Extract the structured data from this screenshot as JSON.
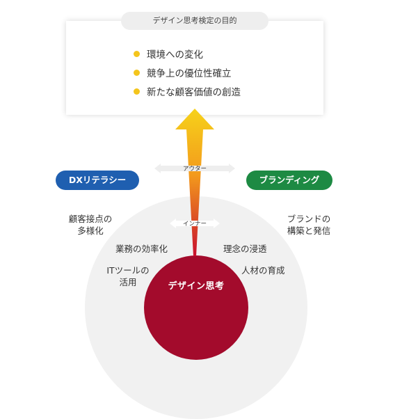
{
  "purpose": {
    "title": "デザイン思考検定の目的",
    "items": [
      "環境への変化",
      "競争上の優位性確立",
      "新たな顧客価値の創造"
    ]
  },
  "outer_label": "アウター",
  "inner_label": "インナー",
  "dx": {
    "label": "DXリテラシー",
    "items": [
      [
        "顧客接点の",
        "多様化"
      ],
      [
        "業務の効率化"
      ],
      [
        "ITツールの",
        "活用"
      ]
    ]
  },
  "branding": {
    "label": "ブランディング",
    "items": [
      [
        "ブランドの",
        "構築と発信"
      ],
      [
        "理念の浸透"
      ],
      [
        "人材の育成"
      ]
    ]
  },
  "core_label": "デザイン思考",
  "colors": {
    "dx": "#1f5fb0",
    "branding": "#1d8a43",
    "core": "#a30b2c",
    "bullet": "#f4c51c",
    "arrow_top": "#f6d21a",
    "arrow_bottom": "#c8102e"
  },
  "icons": [
    "bullet-dot-icon",
    "double-arrow-icon",
    "up-arrow-icon"
  ]
}
